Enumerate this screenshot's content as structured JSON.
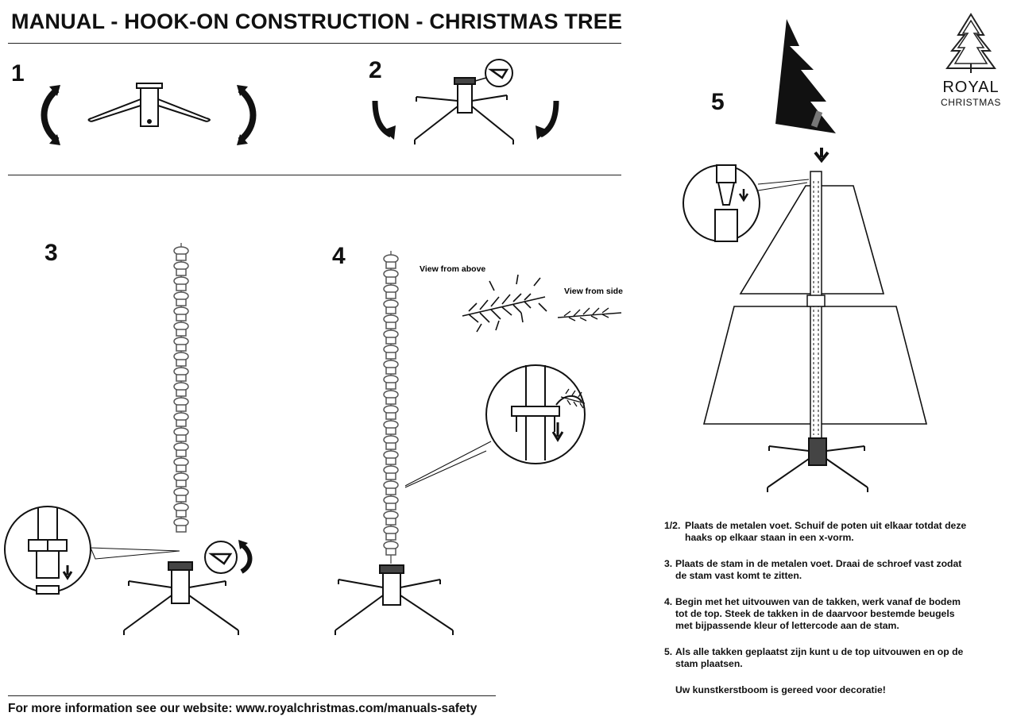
{
  "header": {
    "title": "MANUAL - HOOK-ON CONSTRUCTION - CHRISTMAS TREE"
  },
  "logo": {
    "line1": "ROYAL",
    "line2": "CHRISTMAS",
    "icon": "tree-icon"
  },
  "steps": {
    "s1": "1",
    "s2": "2",
    "s3": "3",
    "s4": "4",
    "s5": "5"
  },
  "step4": {
    "view_above": "View from above",
    "view_side": "View from side"
  },
  "instructions": [
    {
      "num": "1/2.",
      "text": "Plaats de metalen voet. Schuif de poten uit elkaar totdat deze\nhaaks op elkaar staan in een x-vorm."
    },
    {
      "num": "3.",
      "text": "Plaats de stam in de metalen voet. Draai de schroef vast zodat\nde stam vast komt te zitten."
    },
    {
      "num": "4.",
      "text": "Begin met het uitvouwen van de takken, werk vanaf de bodem\ntot de top. Steek de takken in de daarvoor bestemde beugels\nmet bijpassende kleur of lettercode aan de stam."
    },
    {
      "num": "5.",
      "text": "Als alle takken geplaatst zijn kunt u de top uitvouwen en op de\nstam plaatsen."
    }
  ],
  "closing": "Uw kunstkerstboom is gereed voor decoratie!",
  "footer": {
    "text": "For more information see our website: www.royalchristmas.com/manuals-safety"
  }
}
